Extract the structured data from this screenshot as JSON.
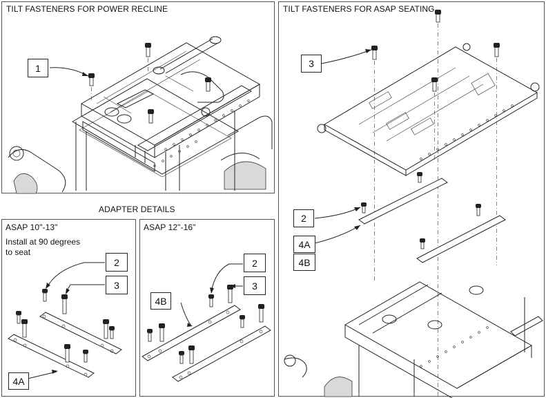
{
  "panels": {
    "power_recline": {
      "title": "TILT FASTENERS FOR POWER RECLINE"
    },
    "asap_seating": {
      "title": "TILT FASTENERS FOR ASAP SEATING"
    },
    "adapter_details": {
      "title": "ADAPTER DETAILS"
    },
    "asap_small": {
      "title": "ASAP 10\"-13\"",
      "note_line1": "Install at 90 degrees",
      "note_line2": "to seat"
    },
    "asap_large": {
      "title": "ASAP 12\"-16\""
    }
  },
  "callouts": {
    "c1": "1",
    "c2": "2",
    "c3": "3",
    "c4a": "4A",
    "c4b": "4B"
  }
}
